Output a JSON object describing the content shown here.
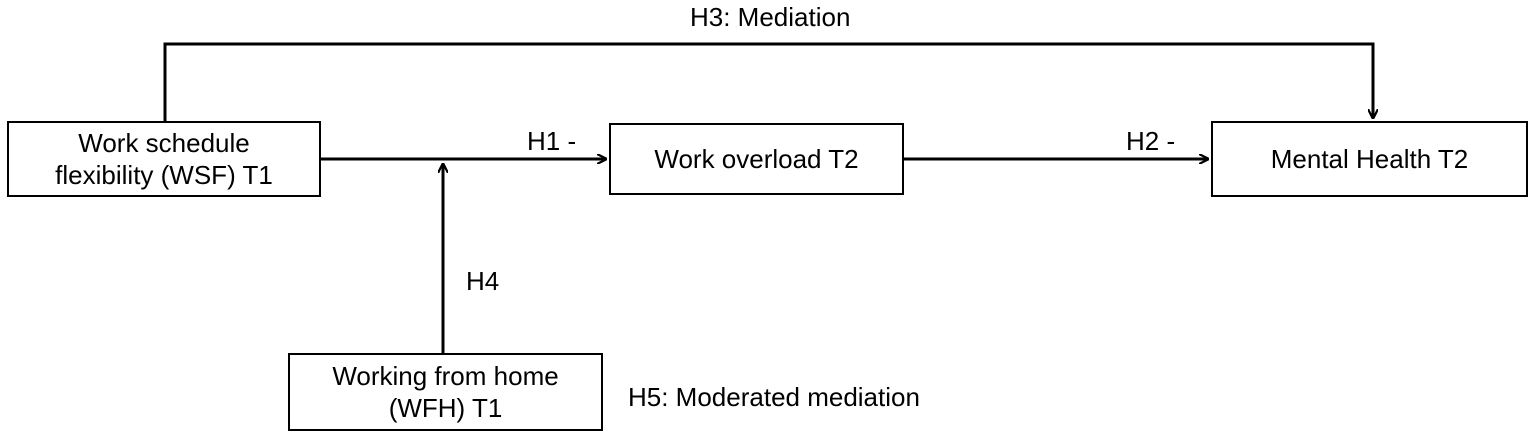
{
  "nodes": {
    "wsf": {
      "line1": "Work schedule",
      "line2": "flexibility (WSF) T1"
    },
    "overload": {
      "label": "Work overload T2"
    },
    "mental_health": {
      "label": "Mental Health T2"
    },
    "wfh": {
      "line1": "Working from home",
      "line2": "(WFH) T1"
    }
  },
  "edges": {
    "h1": "H1 -",
    "h2": "H2 -",
    "h3": "H3: Mediation",
    "h4": "H4",
    "h5": "H5: Moderated mediation"
  }
}
